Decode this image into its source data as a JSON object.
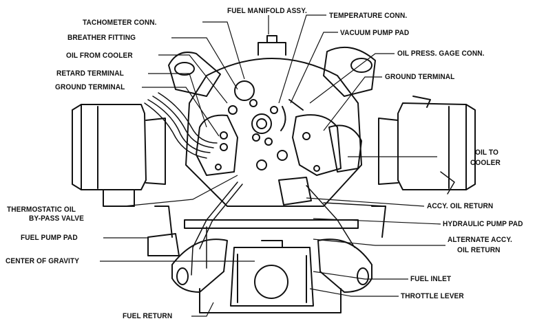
{
  "labels": {
    "fuel_manifold": "FUEL MANIFOLD ASSY.",
    "tachometer": "TACHOMETER CONN.",
    "breather": "BREATHER FITTING",
    "oil_from_cooler": "OIL FROM COOLER",
    "retard_terminal": "RETARD TERMINAL",
    "ground_terminal_left": "GROUND TERMINAL",
    "temperature": "TEMPERATURE CONN.",
    "vacuum_pump": "VACUUM PUMP PAD",
    "oil_press": "OIL PRESS. GAGE CONN.",
    "ground_terminal_right": "GROUND TERMINAL",
    "oil_to_cooler_1": "OIL TO",
    "oil_to_cooler_2": "COOLER",
    "thermostatic_1": "THERMOSTATIC OIL",
    "thermostatic_2": "BY-PASS VALVE",
    "fuel_pump_pad": "FUEL PUMP PAD",
    "center_of_gravity": "CENTER OF GRAVITY",
    "accy_oil_return": "ACCY. OIL RETURN",
    "hydraulic_pump": "HYDRAULIC PUMP PAD",
    "alternate_1": "ALTERNATE ACCY.",
    "alternate_2": "OIL RETURN",
    "fuel_inlet": "FUEL INLET",
    "throttle_lever": "THROTTLE LEVER",
    "fuel_return": "FUEL RETURN"
  }
}
